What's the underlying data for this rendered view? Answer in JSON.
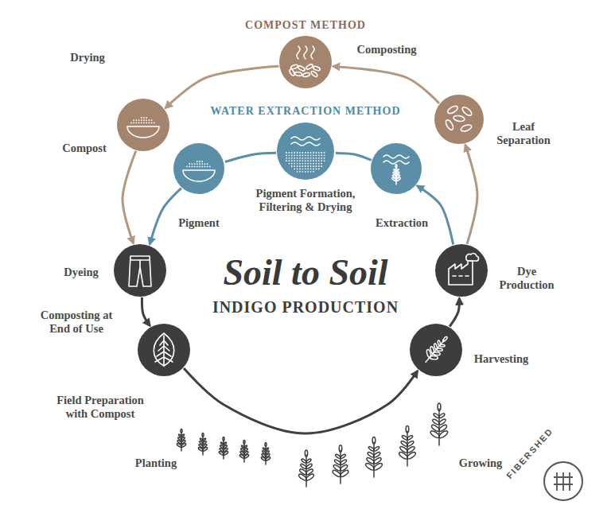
{
  "diagram": {
    "title": "Soil to Soil",
    "nodes": [
      {
        "text": [
          "COMPOST METHOD"
        ]
      },
      {
        "text": [
          "Leaf Separation"
        ]
      },
      {
        "text": [
          "Compost"
        ]
      },
      {
        "text": [
          "Extraction"
        ]
      },
      {
        "text": [
          "Pigment Formation, Filtering & Drying"
        ]
      },
      {
        "text": [
          "Pigment"
        ]
      },
      {
        "text": [
          "Dyeing"
        ]
      },
      {
        "text": [
          "Dye Production"
        ]
      },
      {
        "text": [
          "Field Preparation with Compost"
        ]
      },
      {
        "text": [
          "Harvesting"
        ]
      }
    ],
    "edges": [
      {
        "from": 8,
        "to": 9,
        "arrow": "to"
      },
      {
        "from": 9,
        "to": 7,
        "arrow": "to"
      },
      {
        "from": 7,
        "to": 1,
        "arrow": "to"
      },
      {
        "from": 7,
        "to": 3,
        "arrow": "to"
      },
      {
        "from": 1,
        "to": 0,
        "label": "Composting",
        "arrow": "to"
      },
      {
        "from": 0,
        "to": 2,
        "label": "Drying",
        "arrow": "to"
      },
      {
        "from": 2,
        "to": 6,
        "arrow": "to"
      },
      {
        "from": 3,
        "to": 4,
        "arrow": "none"
      },
      {
        "from": 4,
        "to": 5,
        "arrow": "none"
      },
      {
        "from": 5,
        "to": 6,
        "arrow": "to"
      },
      {
        "from": 6,
        "to": 8,
        "label": "Composting at End of Use",
        "arrow": "to"
      }
    ],
    "labels": [
      "INDIGO PRODUCTION",
      "WATER EXTRACTION METHOD",
      "Planting",
      "Growing",
      "FIBERSHED"
    ]
  }
}
